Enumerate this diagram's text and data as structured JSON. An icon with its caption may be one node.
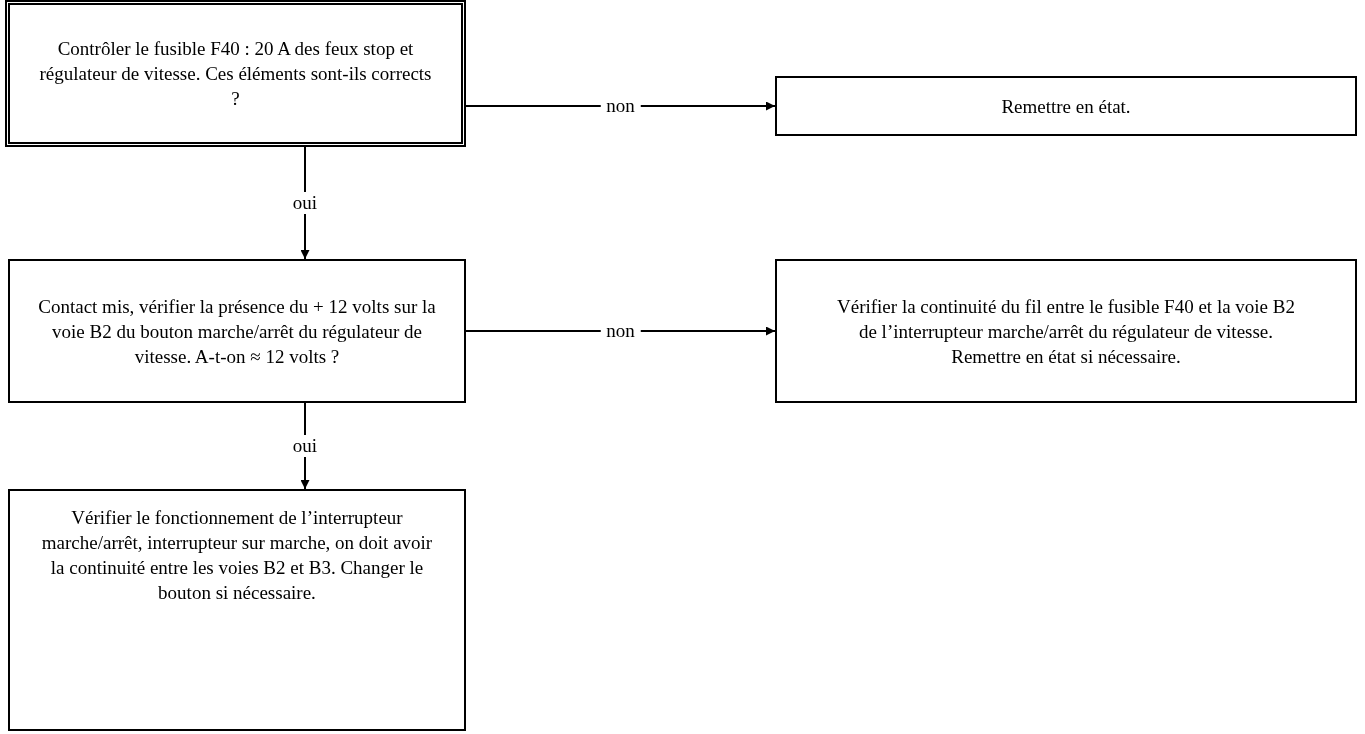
{
  "diagram": {
    "nodes": [
      {
        "text": [
          "Contrôler le fusible F40 : 20 A des feux stop et régulateur de vitesse. Ces éléments sont-ils corrects ?"
        ]
      },
      {
        "text": [
          "Remettre en état."
        ]
      },
      {
        "text": [
          "Contact mis, vérifier la présence du + 12 volts sur la voie B2 du bouton marche/arrêt du régulateur de vitesse. A-t-on ≈ 12 volts ?"
        ]
      },
      {
        "text": [
          "Vérifier la continuité du fil entre le fusible F40 et la voie B2 de l’interrupteur marche/arrêt du régulateur de vitesse. Remettre en état si nécessaire."
        ]
      },
      {
        "text": [
          "Vérifier le fonctionnement de l’interrupteur marche/arrêt, interrupteur sur marche, on doit avoir la continuité entre les voies B2 et B3. Changer le bouton si nécessaire."
        ]
      }
    ],
    "edges": [
      {
        "from": 0,
        "to": 1,
        "arrow": "to",
        "label": "non"
      },
      {
        "from": 0,
        "to": 2,
        "arrow": "to",
        "label": "oui"
      },
      {
        "from": 2,
        "to": 3,
        "arrow": "to",
        "label": "non"
      },
      {
        "from": 2,
        "to": 4,
        "arrow": "to",
        "label": "oui"
      }
    ]
  }
}
